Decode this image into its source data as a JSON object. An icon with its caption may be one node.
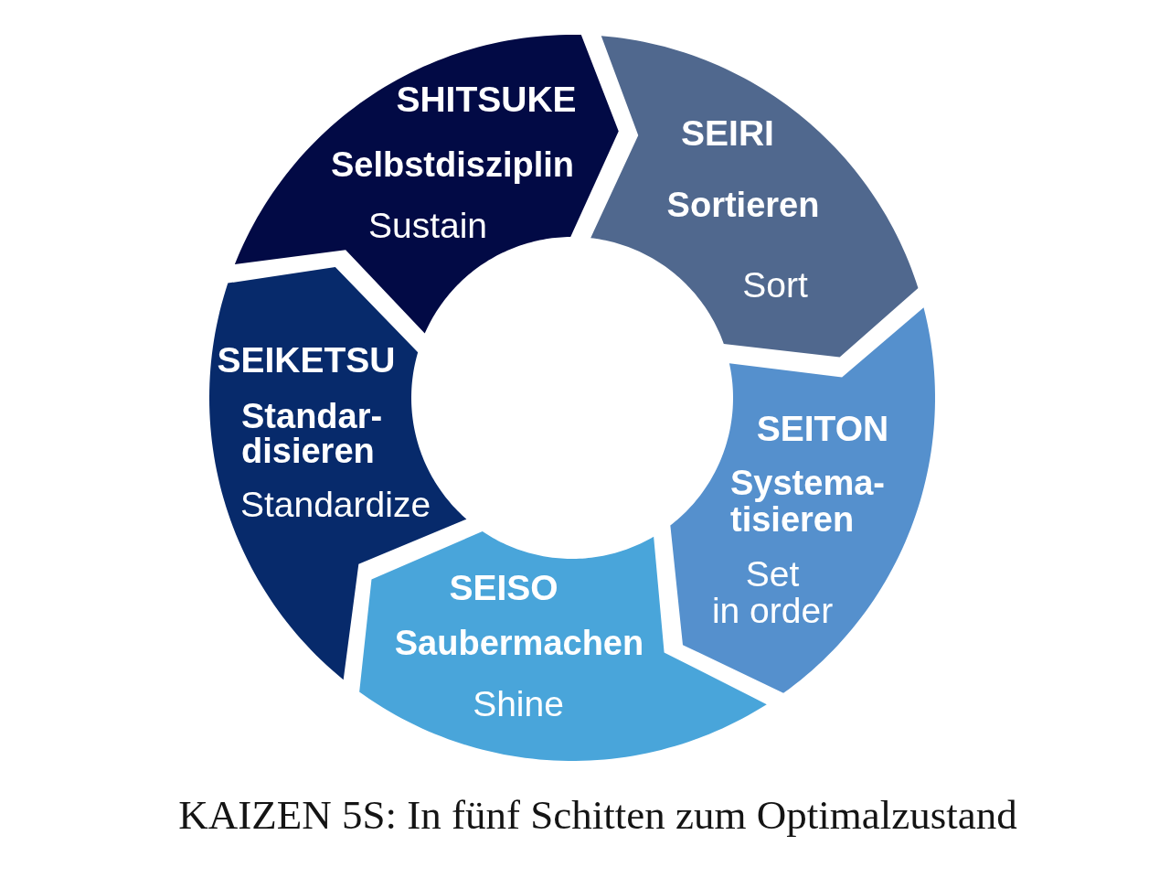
{
  "diagram": {
    "caption": "KAIZEN 5S: In fünf Schitten zum Optimalzustand",
    "nodes": [
      {
        "text": [
          "SEIRI",
          "Sortieren",
          "Sort"
        ]
      },
      {
        "text": [
          "SEITON",
          "Systema- tisieren",
          "Set in order"
        ]
      },
      {
        "text": [
          "SEISO",
          "Saubermachen",
          "Shine"
        ]
      },
      {
        "text": [
          "SEIKETSU",
          "Standar- disieren",
          "Standardize"
        ]
      },
      {
        "text": [
          "SHITSUKE",
          "Selbstdisziplin",
          "Sustain"
        ]
      }
    ]
  }
}
